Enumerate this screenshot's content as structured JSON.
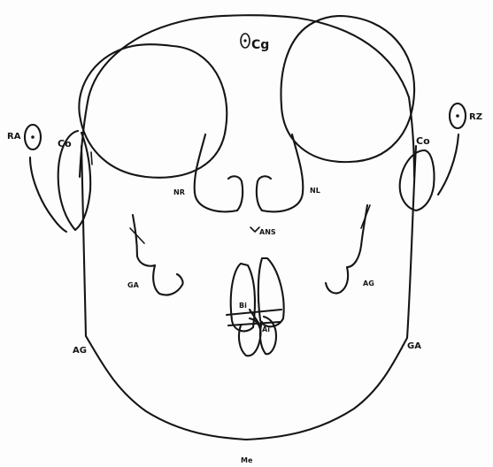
{
  "landmarks": {
    "cg": "Cg",
    "ra": "RA",
    "rz": "RZ",
    "co_left": "Co",
    "co_right": "Co",
    "nr": "NR",
    "nl": "NL",
    "ans": "ANS",
    "ga_left": "GA",
    "ag_right": "AG",
    "bi": "Bi",
    "ai": "Ai",
    "ag_left": "AG",
    "ga_right": "GA",
    "me": "Me"
  },
  "colors": {
    "ink": "#151515",
    "paper": "#fdfdfd"
  }
}
